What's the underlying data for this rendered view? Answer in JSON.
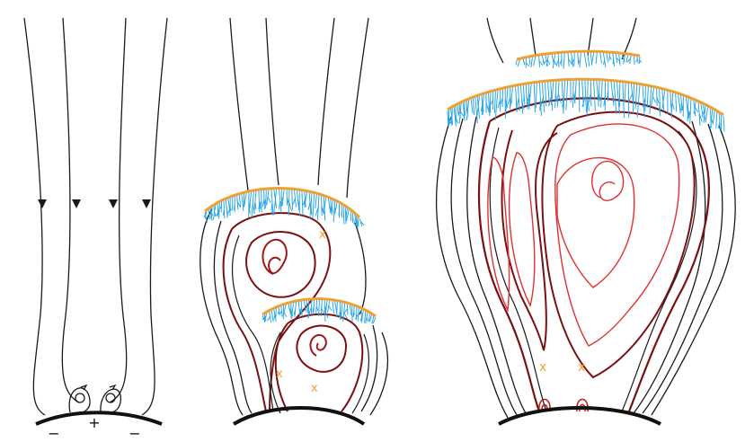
{
  "panels": [
    {
      "id": "panel-1",
      "polarity_labels": [
        "−",
        "+",
        "−"
      ]
    },
    {
      "id": "panel-2"
    },
    {
      "id": "panel-3"
    }
  ],
  "colors": {
    "field_line": "#1a1a1a",
    "closed_loop_outer": "#7a1010",
    "closed_loop_inner": "#e03030",
    "reconnection_front": "#f0a030",
    "turbulence": "#2aa6e6",
    "x_point": "#f0a030"
  },
  "symbols": {
    "x_point": "x"
  }
}
